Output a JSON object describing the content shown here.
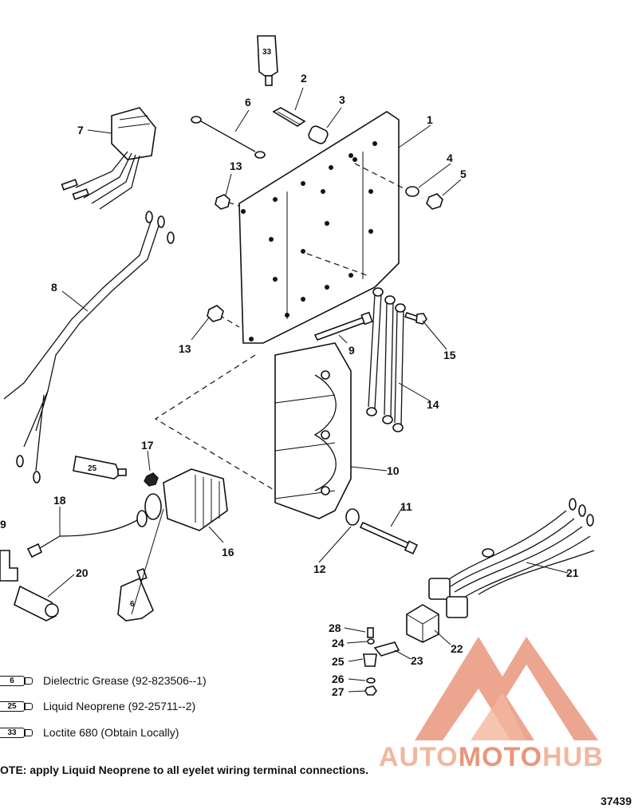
{
  "callouts": [
    "1",
    "2",
    "3",
    "4",
    "5",
    "6",
    "7",
    "8",
    "9",
    "10",
    "11",
    "12",
    "13",
    "13",
    "14",
    "15",
    "16",
    "17",
    "18",
    "9",
    "20",
    "21",
    "22",
    "23",
    "24",
    "25",
    "26",
    "27",
    "28"
  ],
  "tubes": {
    "t33": "33",
    "t25": "25",
    "t6": "6"
  },
  "legend": [
    {
      "num": "6",
      "text": "Dielectric Grease (92-823506--1)"
    },
    {
      "num": "25",
      "text": "Liquid Neoprene (92-25711--2)"
    },
    {
      "num": "33",
      "text": "Loctite 680 (Obtain Locally)"
    }
  ],
  "note": "OTE: apply Liquid Neoprene to all eyelet wiring terminal connections.",
  "figure_id": "37439",
  "watermark": {
    "part1": "AUTO",
    "part2": "MOTO",
    "part3": "HUB"
  },
  "colors": {
    "line": "#111111",
    "watermark_light": "#f2b69e",
    "watermark_dark": "#e9967c"
  }
}
